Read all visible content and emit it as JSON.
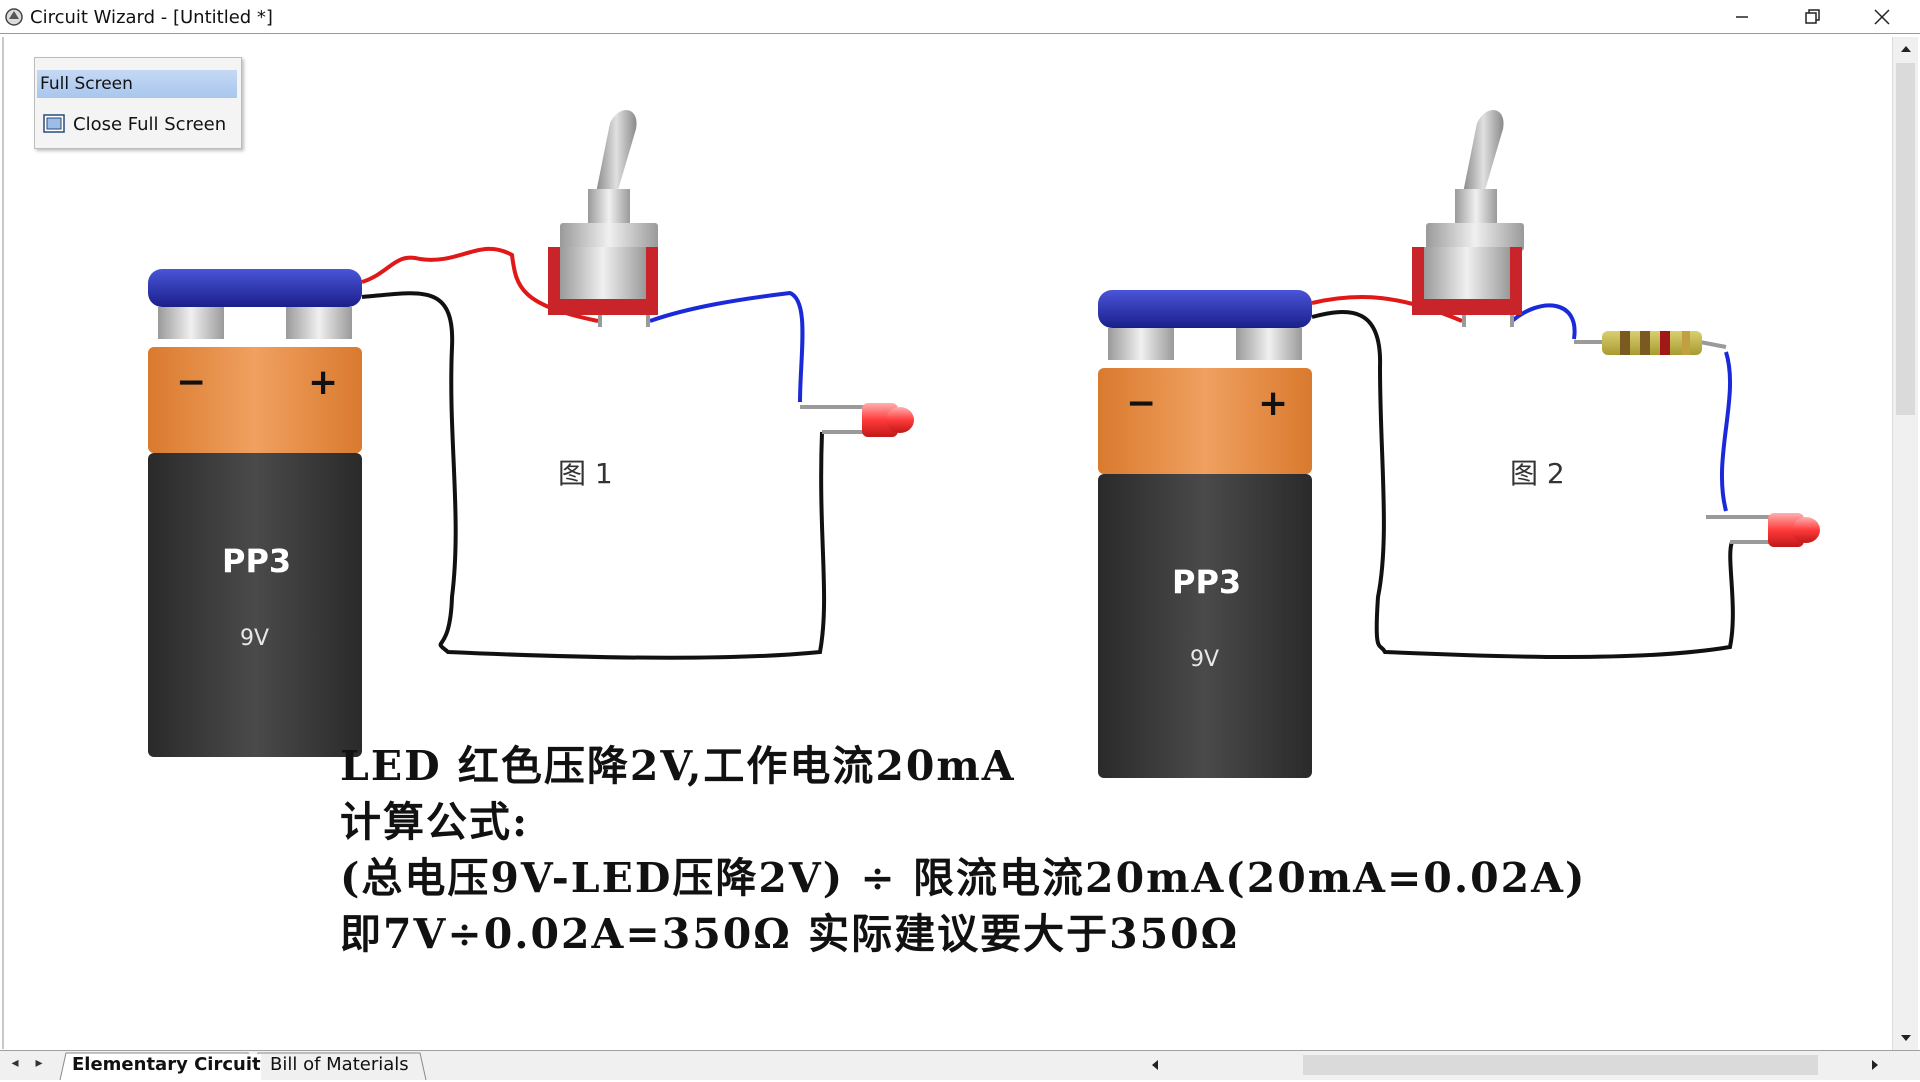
{
  "window": {
    "title": "Circuit Wizard - [Untitled *]",
    "controls": [
      "minimize-icon",
      "restore-icon",
      "close-icon"
    ]
  },
  "fullscreen_toolbar": {
    "title": "Full Screen",
    "button_label": "Close Full Screen",
    "button_icon": "close-full-screen-icon"
  },
  "figures": [
    {
      "caption": "图 1",
      "battery": {
        "name": "PP3",
        "voltage": "9V",
        "minus": "−",
        "plus": "+"
      },
      "components": [
        "battery",
        "toggle-switch",
        "led"
      ]
    },
    {
      "caption": "图 2",
      "battery": {
        "name": "PP3",
        "voltage": "9V",
        "minus": "−",
        "plus": "+"
      },
      "components": [
        "battery",
        "toggle-switch",
        "resistor",
        "led"
      ]
    }
  ],
  "notes": [
    "LED 红色压降2V,工作电流20mA",
    "计算公式:",
    "(总电压9V-LED压降2V) ÷ 限流电流20mA(20mA=0.02A)",
    "即7V÷0.02A=350Ω 实际建议要大于350Ω"
  ],
  "tabs": {
    "items": [
      {
        "label": "Elementary Circuit",
        "active": true
      },
      {
        "label": "Bill of Materials",
        "active": false
      }
    ]
  },
  "colors": {
    "wire_red": "#e01818",
    "wire_blue": "#1a2ad8",
    "wire_black": "#111111",
    "battery_top": "#e68a3c",
    "battery_body": "#3a3a3a",
    "battery_cap": "#2a30b0",
    "switch_red": "#c8242a",
    "led_red": "#ff4a4a",
    "menu_highlight": "#b8d0f2"
  }
}
